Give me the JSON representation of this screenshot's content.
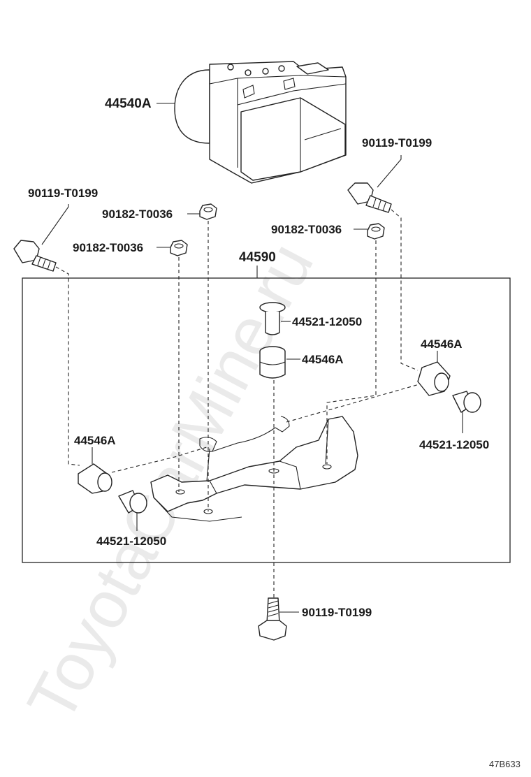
{
  "watermark": "ToyotaCarMine.ru",
  "drawing_code": "47B633",
  "labels": {
    "actuator": "44540A",
    "bolt_top_left": "90119-T0199",
    "bolt_top_right": "90119-T0199",
    "nut_left": "90182-T0036",
    "nut_center": "90182-T0036",
    "nut_right": "90182-T0036",
    "bracket": "44590",
    "collar_top": "44521-12050",
    "cushion_top": "44546A",
    "cushion_right": "44546A",
    "collar_right": "44521-12050",
    "cushion_left": "44546A",
    "collar_left": "44521-12050",
    "bolt_bottom": "90119-T0199"
  }
}
